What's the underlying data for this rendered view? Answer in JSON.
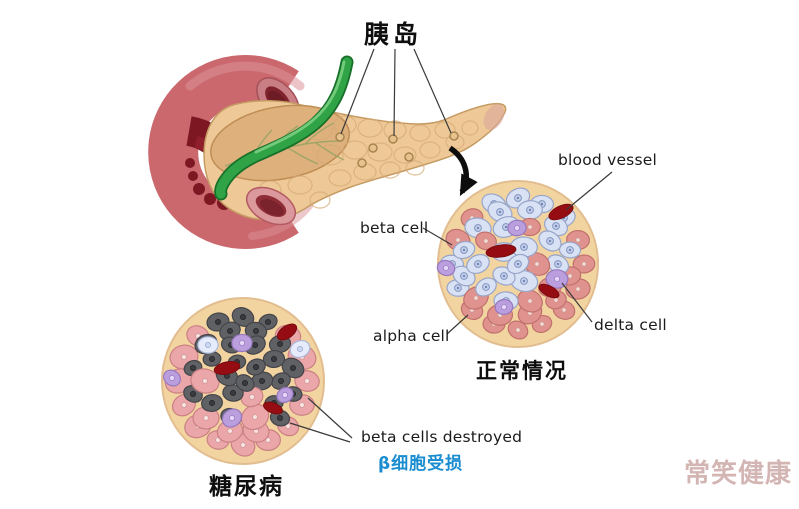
{
  "title": "胰岛",
  "normal_islet": {
    "caption": "正常情况",
    "label_blood_vessel": "blood vessel",
    "label_beta_cell": "beta cell",
    "label_alpha_cell": "alpha cell",
    "label_delta_cell": "delta cell"
  },
  "diabetic_islet": {
    "caption": "糖尿病",
    "label_destroyed_en": "beta cells destroyed",
    "label_destroyed_zh": "β细胞受损"
  },
  "watermark": "常笑健康",
  "colors": {
    "beta_cell": "#d9e1f4",
    "beta_cell_outline": "#97a5c9",
    "alpha_cell_normal": "#e0938e",
    "alpha_cell_diabetic": "#eaa6a8",
    "delta_cell": "#bb9ede",
    "destroyed_beta_cell": "#606165",
    "blood_vessel": "#950d12",
    "islet_background": "#f2d4a0",
    "pancreas": "#eec997",
    "duodenum": "#ca686e",
    "bile_duct": "#2fa345",
    "destroyed_zh_text": "#1a8dd0",
    "watermark_text": "#c9a5a2"
  }
}
